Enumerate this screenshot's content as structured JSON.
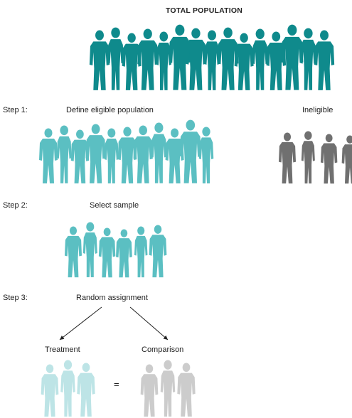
{
  "title": "TOTAL POPULATION",
  "steps": [
    {
      "label": "Step 1:",
      "description": "Define eligible population"
    },
    {
      "label": "Step 2:",
      "description": "Select sample"
    },
    {
      "label": "Step 3:",
      "description": "Random assignment"
    }
  ],
  "ineligible_label": "Ineligible",
  "treatment_label": "Treatment",
  "comparison_label": "Comparison",
  "equals_sign": "=",
  "colors": {
    "total_population": "#0f8a8c",
    "eligible": "#5bbfc2",
    "ineligible": "#707070",
    "treatment": "#bde4e6",
    "comparison": "#cccccc",
    "arrow": "#222222"
  },
  "figure_counts": {
    "total_population": 15,
    "eligible": 11,
    "ineligible": 4,
    "sample": 6,
    "treatment": 3,
    "comparison": 3
  }
}
